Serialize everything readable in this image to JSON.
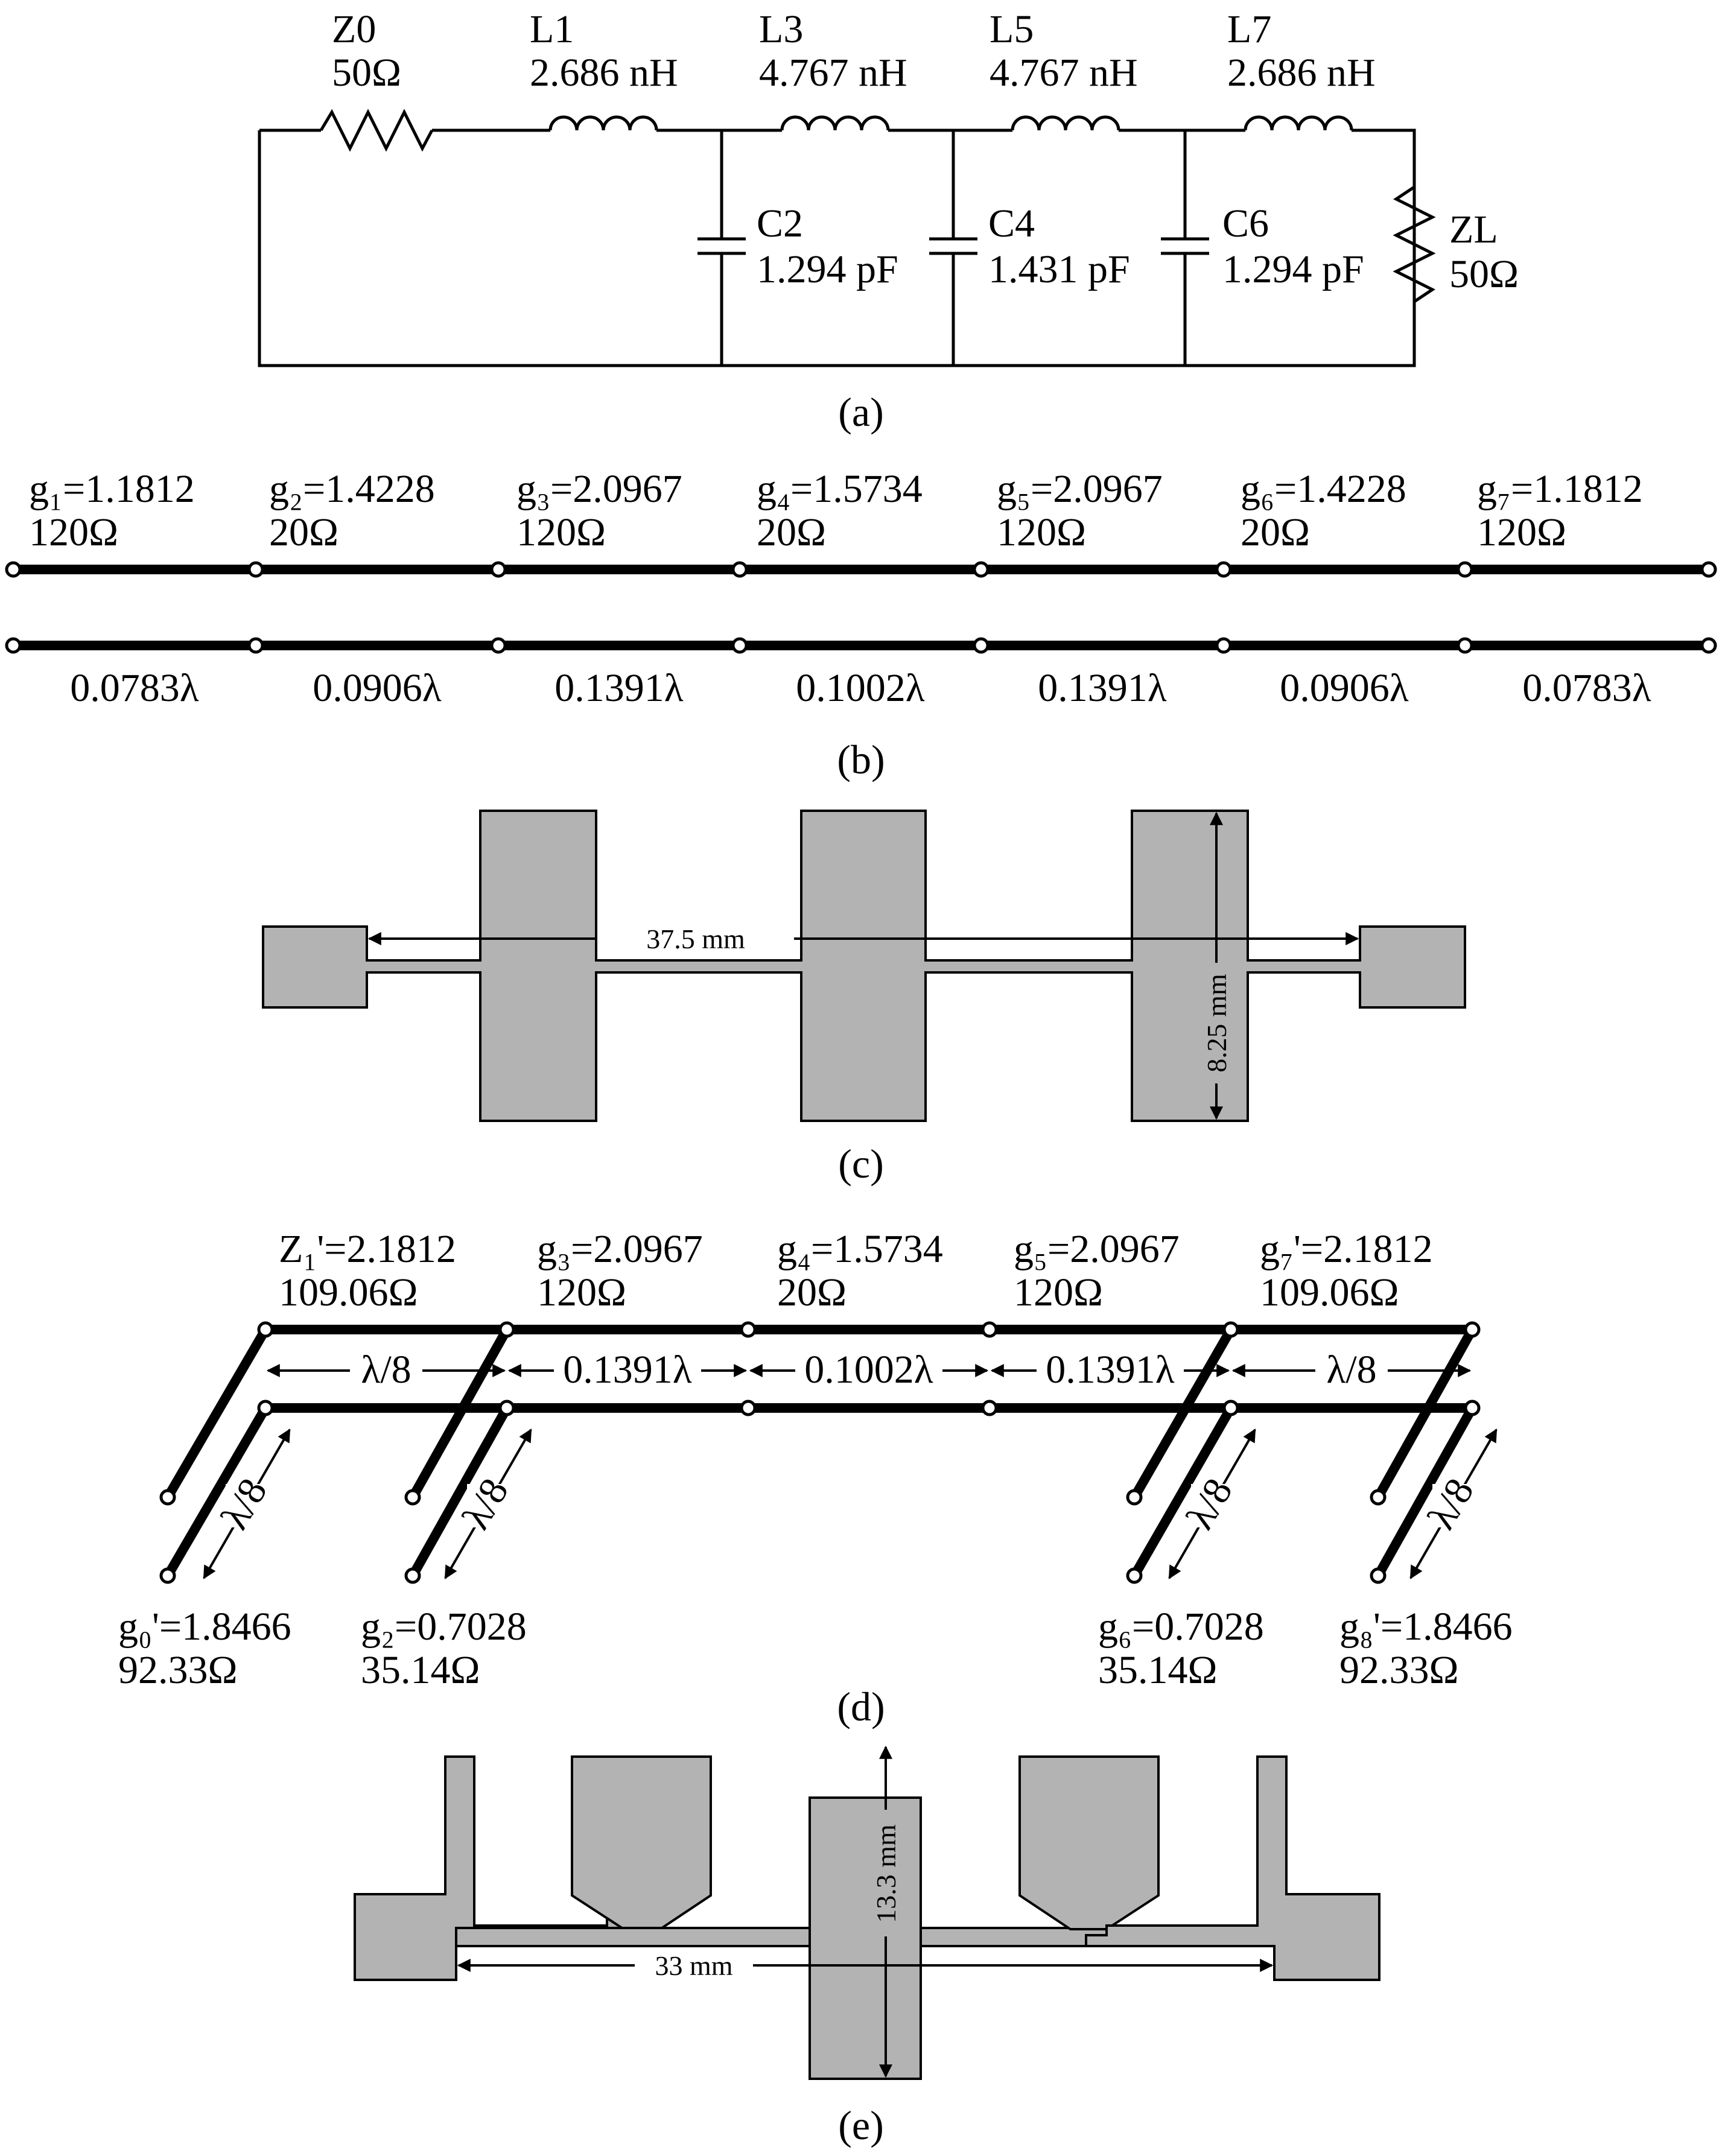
{
  "panel_a": {
    "caption": "(a)",
    "source": {
      "name": "Z0",
      "value": "50Ω"
    },
    "load": {
      "name": "ZL",
      "value": "50Ω"
    },
    "inductors": [
      {
        "name": "L1",
        "value": "2.686 nH"
      },
      {
        "name": "L3",
        "value": "4.767 nH"
      },
      {
        "name": "L5",
        "value": "4.767 nH"
      },
      {
        "name": "L7",
        "value": "2.686 nH"
      }
    ],
    "capacitors": [
      {
        "name": "C2",
        "value": "1.294 pF"
      },
      {
        "name": "C4",
        "value": "1.431 pF"
      },
      {
        "name": "C6",
        "value": "1.294 pF"
      }
    ]
  },
  "panel_b": {
    "caption": "(b)",
    "sections": [
      {
        "g": "g₁=1.1812",
        "z": "120Ω",
        "len": "0.0783λ"
      },
      {
        "g": "g₂=1.4228",
        "z": "20Ω",
        "len": "0.0906λ"
      },
      {
        "g": "g₃=2.0967",
        "z": "120Ω",
        "len": "0.1391λ"
      },
      {
        "g": "g₄=1.5734",
        "z": "20Ω",
        "len": "0.1002λ"
      },
      {
        "g": "g₅=2.0967",
        "z": "120Ω",
        "len": "0.1391λ"
      },
      {
        "g": "g₆=1.4228",
        "z": "20Ω",
        "len": "0.0906λ"
      },
      {
        "g": "g₇=1.1812",
        "z": "120Ω",
        "len": "0.0783λ"
      }
    ]
  },
  "panel_c": {
    "caption": "(c)",
    "length_label": "37.5 mm",
    "height_label": "8.25 mm"
  },
  "panel_d": {
    "caption": "(d)",
    "top_labels": [
      {
        "g": "Z₁'=2.1812",
        "z": "109.06Ω"
      },
      {
        "g": "g₃=2.0967",
        "z": "120Ω"
      },
      {
        "g": "g₄=1.5734",
        "z": "20Ω"
      },
      {
        "g": "g₅=2.0967",
        "z": "120Ω"
      },
      {
        "g": "g₇'=2.1812",
        "z": "109.06Ω"
      }
    ],
    "lengths": [
      "λ/8",
      "0.1391λ",
      "0.1002λ",
      "0.1391λ",
      "λ/8"
    ],
    "stub_length": "λ/8",
    "stub_labels": [
      {
        "g": "g₀'=1.8466",
        "z": "92.33Ω"
      },
      {
        "g": "g₂=0.7028",
        "z": "35.14Ω"
      },
      {
        "g": "g₆=0.7028",
        "z": "35.14Ω"
      },
      {
        "g": "g₈'=1.8466",
        "z": "92.33Ω"
      }
    ]
  },
  "panel_e": {
    "caption": "(e)",
    "length_label": "33 mm",
    "height_label": "13.3 mm"
  }
}
